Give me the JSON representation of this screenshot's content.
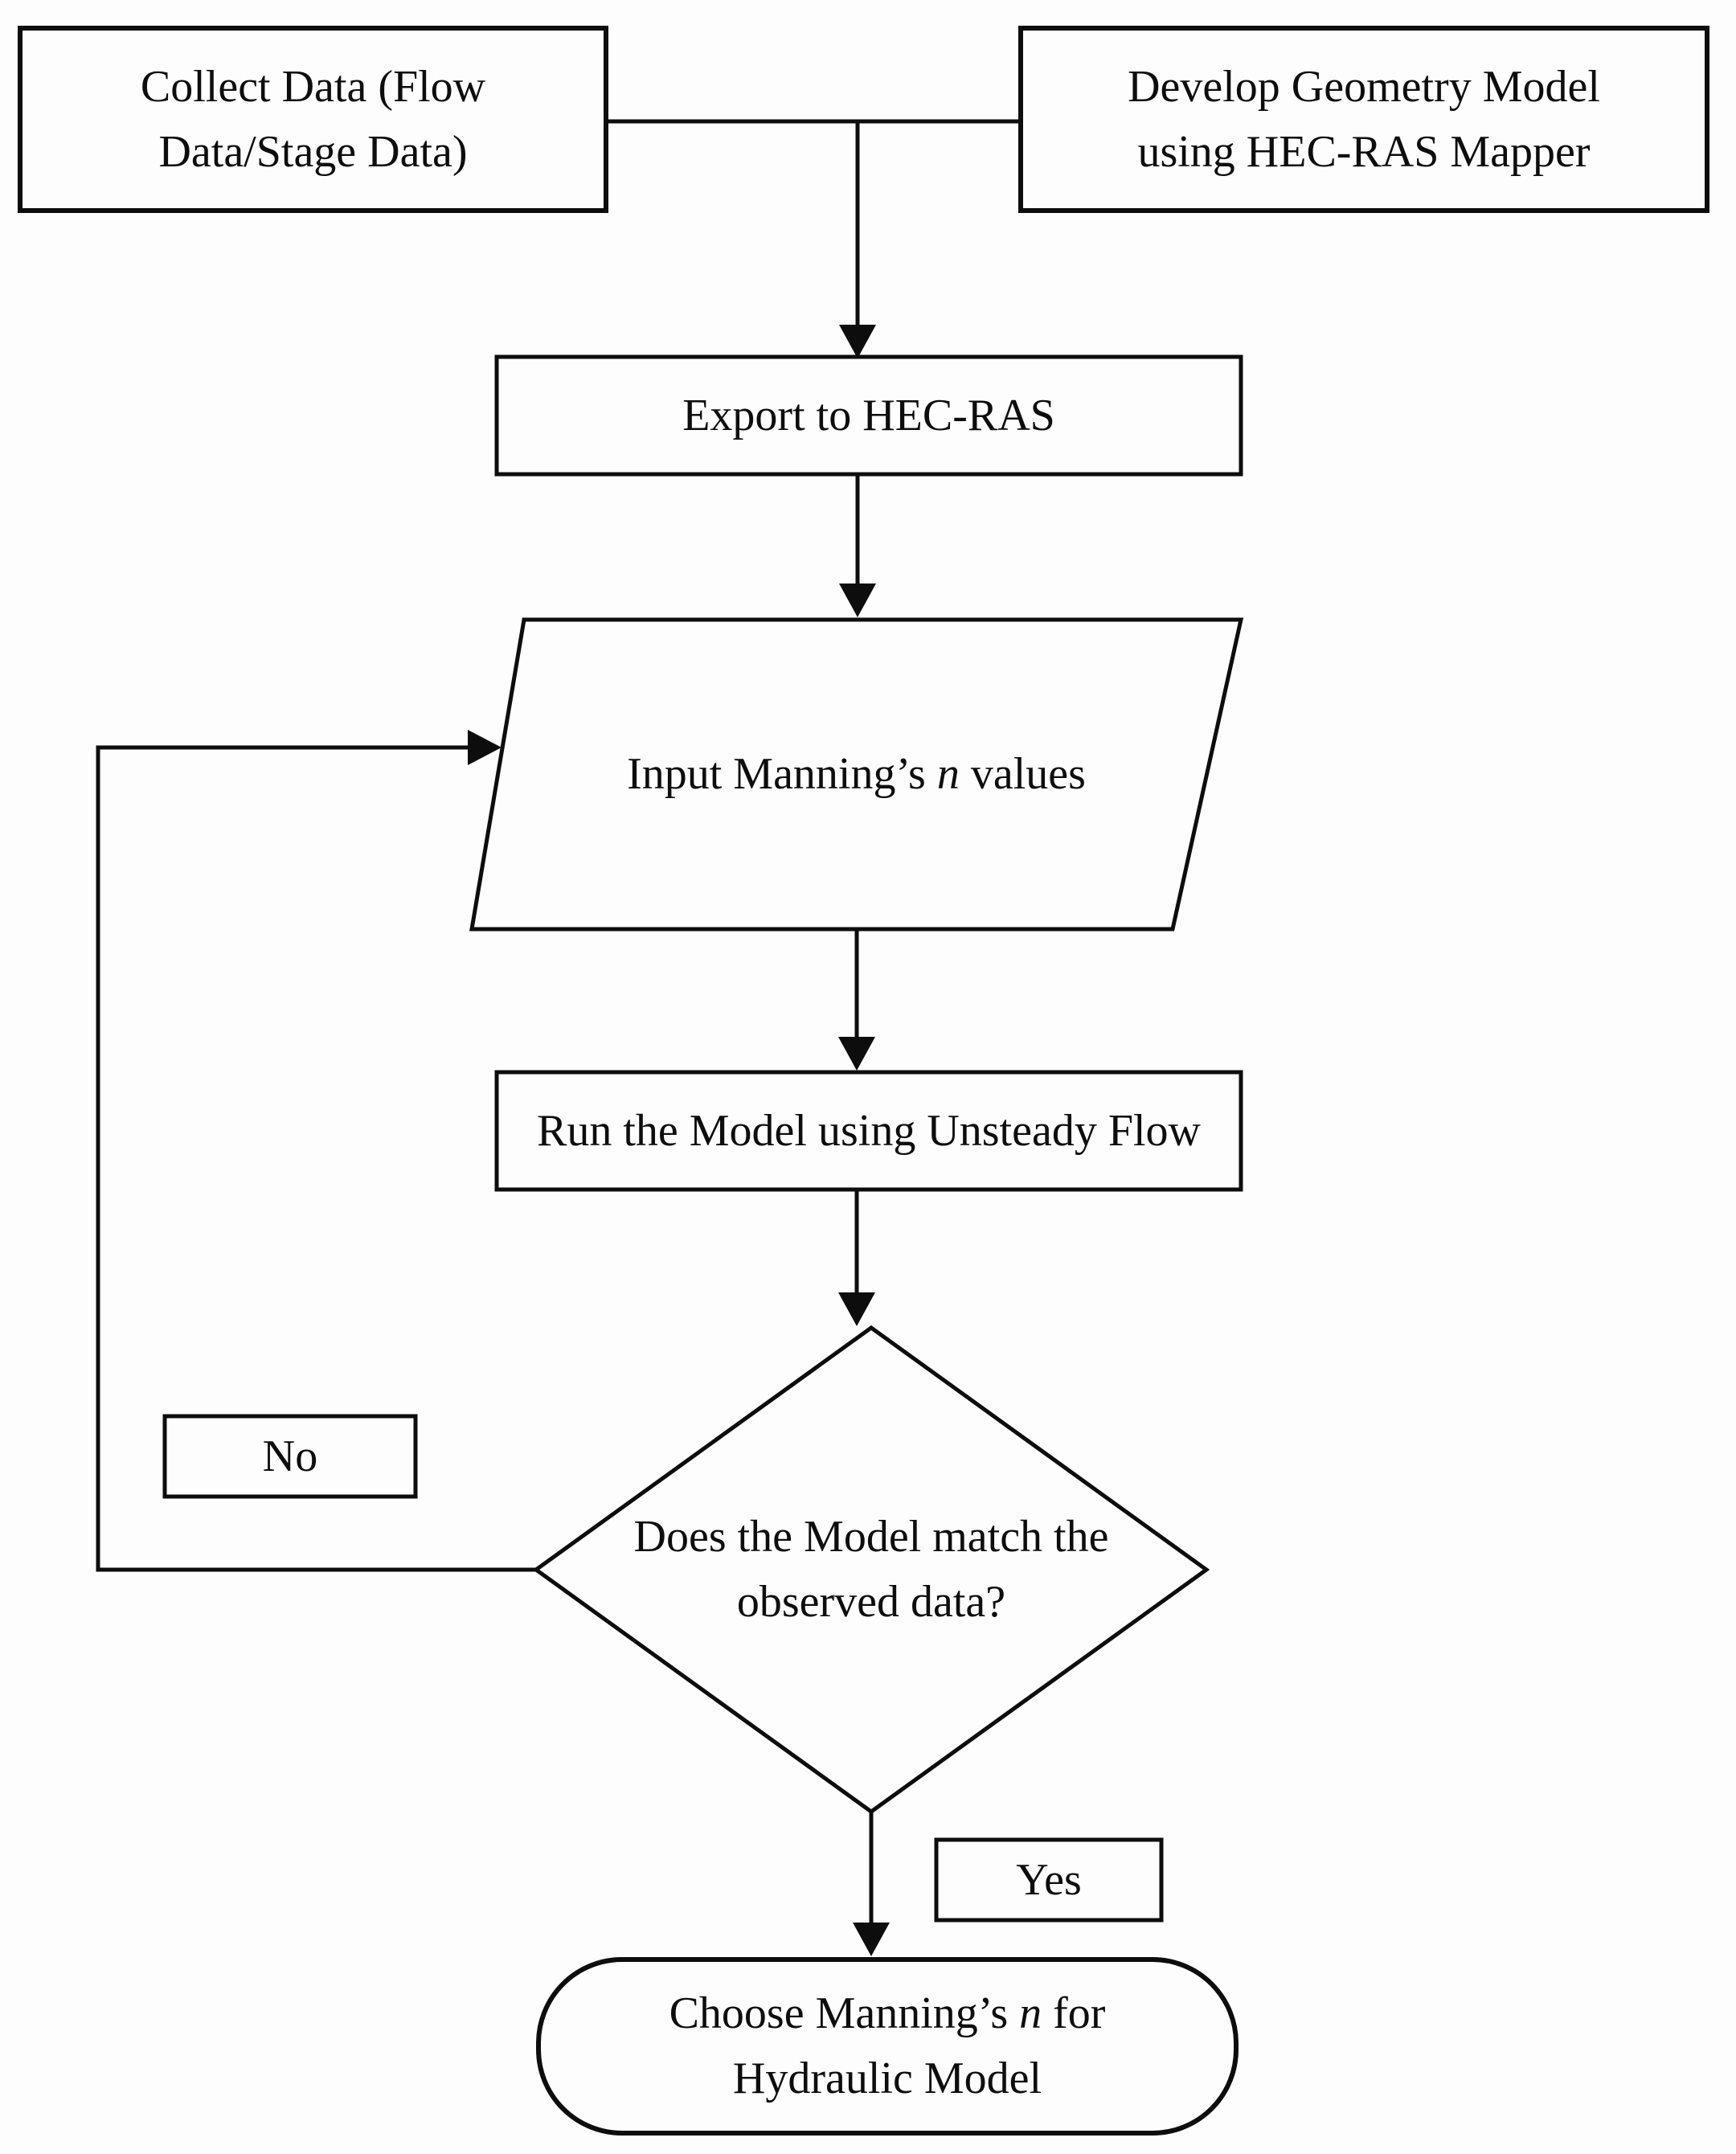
{
  "figure": {
    "type": "flowchart",
    "background_color": "#fdfdfd",
    "stroke_color": "#0d0d0d",
    "direction": "top-down"
  },
  "nodes": {
    "collect": {
      "shape": "process-rect",
      "label": "Collect Data (Flow\nData/Stage Data)"
    },
    "develop": {
      "shape": "process-rect",
      "label": "Develop Geometry Model\nusing HEC-RAS Mapper"
    },
    "export": {
      "shape": "process-rect",
      "label": "Export to HEC-RAS"
    },
    "input_n": {
      "shape": "data-parallelogram",
      "prefix": "Input Manning’s ",
      "italic": "n",
      "suffix": " values"
    },
    "run": {
      "shape": "process-rect",
      "label": "Run the Model using Unsteady Flow"
    },
    "decision": {
      "shape": "decision-diamond",
      "label": "Does the Model match the\nobserved data?"
    },
    "choose": {
      "shape": "terminator-rounded",
      "prefix": "Choose Manning’s ",
      "italic": "n",
      "suffix": " for\nHydraulic Model"
    },
    "no_tag": {
      "shape": "branch-label-rect",
      "label": "No"
    },
    "yes_tag": {
      "shape": "branch-label-rect",
      "label": "Yes"
    }
  },
  "edges": [
    {
      "from": "collect",
      "to": "develop",
      "style": "plain-horizontal"
    },
    {
      "from": "collect+develop",
      "to": "export",
      "style": "arrow-down"
    },
    {
      "from": "export",
      "to": "input_n",
      "style": "arrow-down"
    },
    {
      "from": "input_n",
      "to": "run",
      "style": "arrow-down"
    },
    {
      "from": "run",
      "to": "decision",
      "style": "arrow-down"
    },
    {
      "from": "decision",
      "to": "input_n",
      "style": "arrow-loop-left",
      "branch": "No"
    },
    {
      "from": "decision",
      "to": "choose",
      "style": "arrow-down",
      "branch": "Yes"
    }
  ]
}
